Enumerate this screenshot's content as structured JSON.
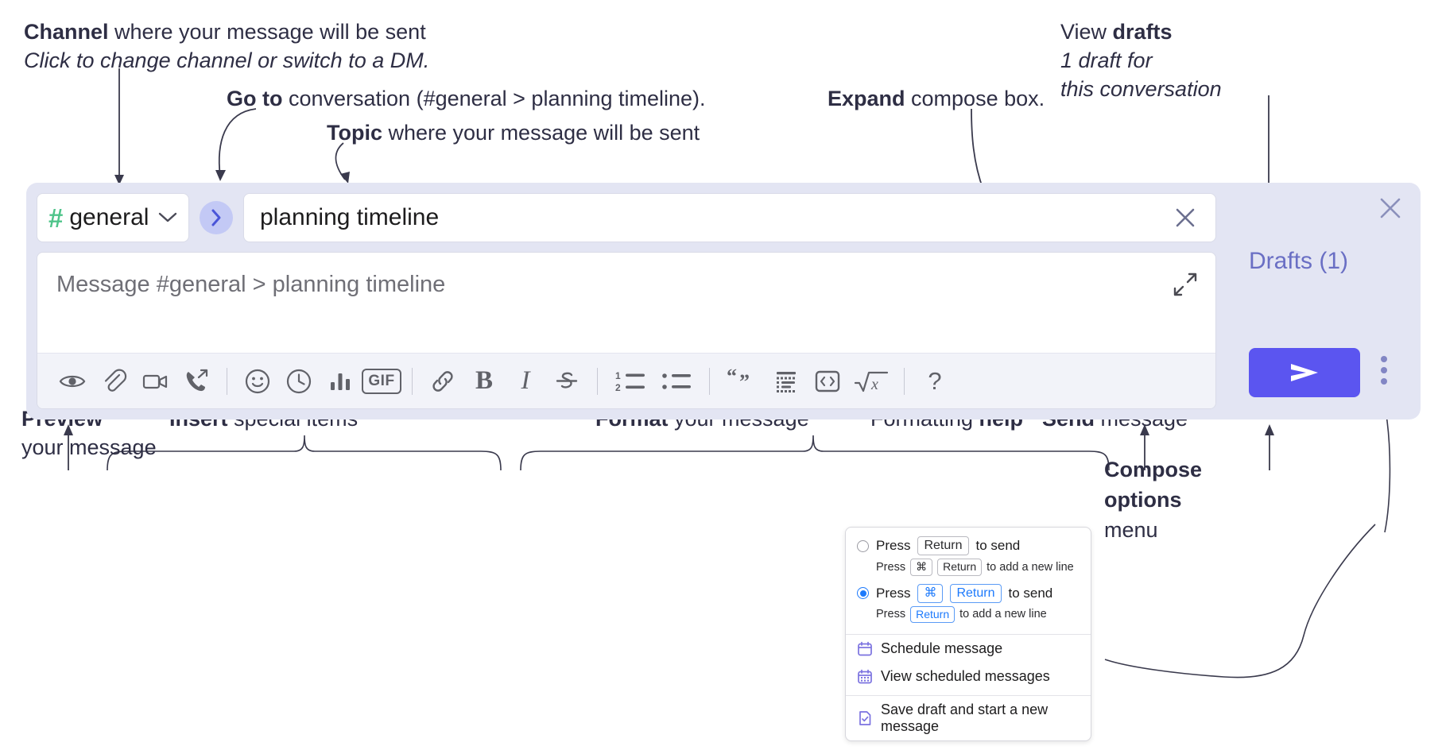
{
  "annotations": {
    "channel": {
      "bold": "Channel",
      "rest": " where your message will be sent",
      "italic": "Click to change channel or switch to a DM."
    },
    "goto": {
      "bold": "Go to",
      "rest": " conversation (#general > planning timeline)."
    },
    "topic": {
      "bold": "Topic",
      "rest": " where your message will be sent"
    },
    "expand": {
      "bold": "Expand",
      "rest": " compose box."
    },
    "drafts": {
      "pre": "View ",
      "bold": "drafts",
      "italic_line1": "1 draft for",
      "italic_line2": "this conversation"
    },
    "preview": {
      "bold": "Preview",
      "rest": "your message"
    },
    "insert": {
      "bold": "Insert",
      "rest": " special items"
    },
    "format": {
      "bold": "Format",
      "rest": " your message"
    },
    "help": {
      "pre": "Formatting ",
      "bold": "help"
    },
    "send": {
      "bold": "Send",
      "rest": " message"
    },
    "compose_options": {
      "bold_line1": "Compose",
      "bold_line2": "options",
      "rest": "menu"
    }
  },
  "compose": {
    "channel_icon": "hash-icon",
    "channel_name": "general",
    "channel_chevron": "chevron-down-icon",
    "goto_icon": "chevron-right-icon",
    "topic_value": "planning timeline",
    "topic_clear_icon": "close-icon",
    "message_placeholder": "Message #general > planning timeline",
    "expand_icon": "expand-arrows-icon",
    "panel_close_icon": "close-icon",
    "drafts_label": "Drafts (1)",
    "send_icon": "send-paper-plane-icon",
    "kebab_icon": "more-vertical-icon",
    "toolbar": [
      {
        "name": "preview-icon",
        "label": "Preview"
      },
      {
        "name": "attachment-icon",
        "label": "Attach file"
      },
      {
        "name": "video-icon",
        "label": "Video clip"
      },
      {
        "name": "audio-call-icon",
        "label": "Audio clip"
      },
      {
        "name": "separator",
        "label": ""
      },
      {
        "name": "emoji-icon",
        "label": "Emoji"
      },
      {
        "name": "clock-icon",
        "label": "Reminder"
      },
      {
        "name": "poll-icon",
        "label": "Poll"
      },
      {
        "name": "gif-icon",
        "label": "GIF"
      },
      {
        "name": "separator",
        "label": ""
      },
      {
        "name": "link-icon",
        "label": "Link"
      },
      {
        "name": "bold-icon",
        "label": "B"
      },
      {
        "name": "italic-icon",
        "label": "I"
      },
      {
        "name": "strikethrough-icon",
        "label": "Strikethrough"
      },
      {
        "name": "separator",
        "label": ""
      },
      {
        "name": "ordered-list-icon",
        "label": "Ordered list"
      },
      {
        "name": "bulleted-list-icon",
        "label": "Bulleted list"
      },
      {
        "name": "separator",
        "label": ""
      },
      {
        "name": "blockquote-icon",
        "label": "Blockquote"
      },
      {
        "name": "code-block-icon",
        "label": "Code block"
      },
      {
        "name": "code-snippet-icon",
        "label": "Code"
      },
      {
        "name": "math-icon",
        "label": "Math"
      },
      {
        "name": "separator",
        "label": ""
      },
      {
        "name": "help-icon",
        "label": "?"
      }
    ]
  },
  "menu": {
    "option_return": {
      "selected": false,
      "press": "Press",
      "key": "Return",
      "to_send": "to send",
      "sub_press": "Press",
      "sub_key_cmd": "⌘",
      "sub_key_return": "Return",
      "sub_tail": "to add a new line"
    },
    "option_cmd_return": {
      "selected": true,
      "press": "Press",
      "key_cmd": "⌘",
      "key_return": "Return",
      "to_send": "to send",
      "sub_press": "Press",
      "sub_key_return": "Return",
      "sub_tail": "to add a new line"
    },
    "items": [
      {
        "icon": "calendar-clock-icon",
        "label": "Schedule message"
      },
      {
        "icon": "calendar-grid-icon",
        "label": "View scheduled messages"
      },
      {
        "icon": "draft-save-icon",
        "label": "Save draft and start a new message"
      }
    ]
  },
  "colors": {
    "compose_bg": "#e3e5f3",
    "send_button": "#5b55f0",
    "hash_green": "#4fc48a",
    "goto_circle": "#c3c9f5",
    "drafts_text": "#6a6fc4",
    "annotation_text": "#2e2e44",
    "accent_blue": "#1d7afc"
  }
}
